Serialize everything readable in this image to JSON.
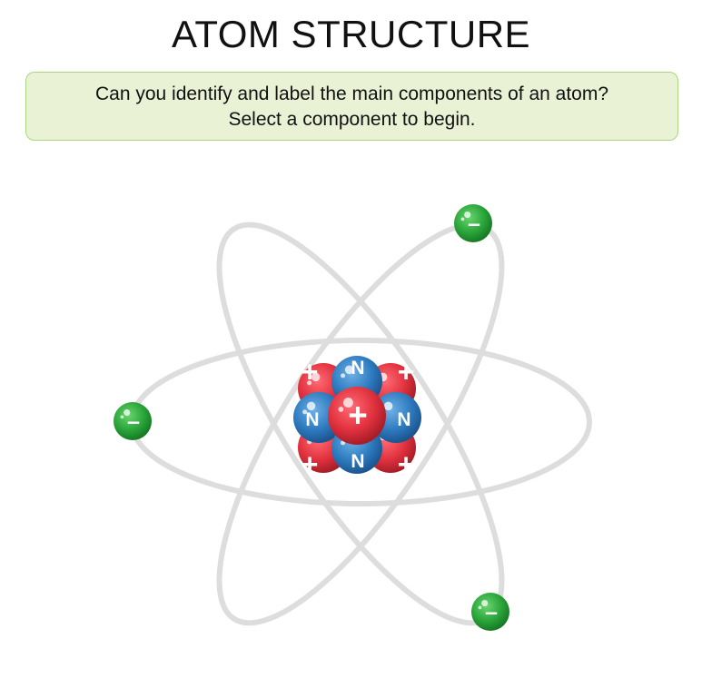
{
  "title": "ATOM STRUCTURE",
  "prompt": {
    "line1": "Can you identify and label the main components of an atom?",
    "line2": "Select a component to begin."
  },
  "labels": {
    "proton": "+",
    "neutron": "N",
    "electron": "–"
  },
  "colors": {
    "proton": "#e2323f",
    "neutron": "#2e7cc0",
    "electron": "#2aa63a",
    "orbit": "#dddddd",
    "prompt_bg": "#eaf2d6",
    "prompt_border": "#a9d67f"
  }
}
